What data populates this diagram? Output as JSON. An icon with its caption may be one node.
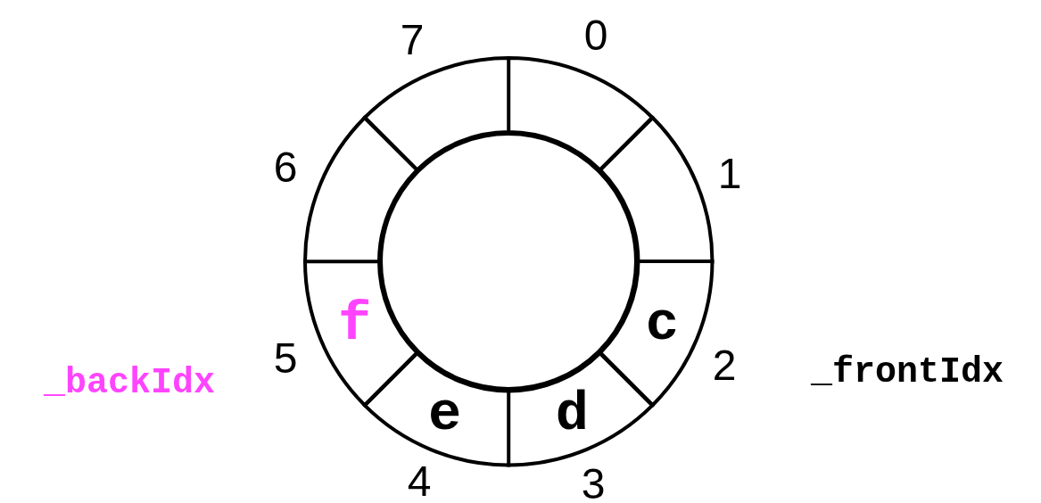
{
  "diagram": {
    "nodes": [
      {
        "text": [],
        "shape": "segment"
      },
      {
        "text": [],
        "shape": "segment"
      },
      {
        "text": [
          "c"
        ]
      },
      {
        "text": [
          "d"
        ]
      },
      {
        "text": [
          "e"
        ]
      },
      {
        "text": [
          "f"
        ]
      },
      {
        "text": [],
        "shape": "segment"
      },
      {
        "text": [],
        "shape": "segment"
      },
      {
        "text": [],
        "shape": "circle"
      }
    ],
    "edges": [],
    "labels": [
      "7",
      "0",
      "6",
      "1",
      "5",
      "_backIdx",
      "2",
      "_frontIdx",
      "4",
      "3"
    ]
  }
}
